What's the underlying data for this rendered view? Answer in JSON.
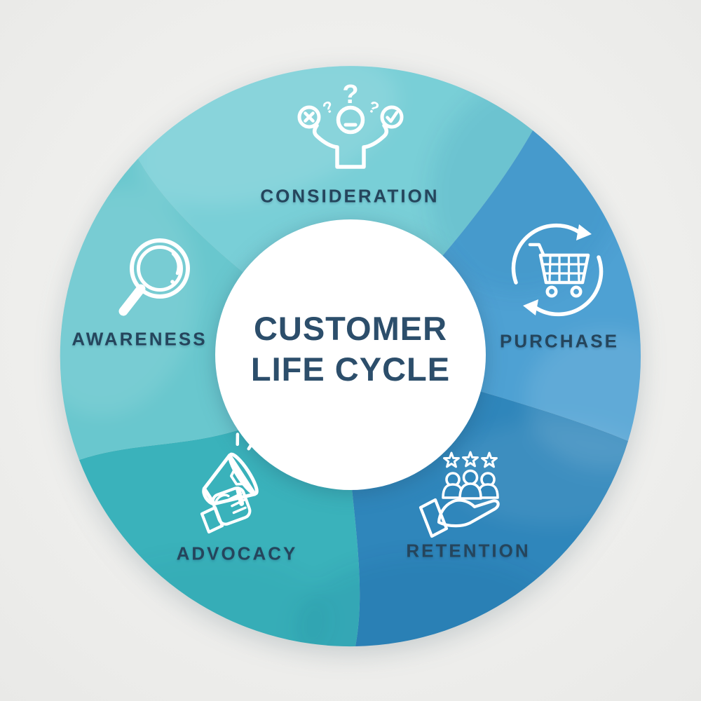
{
  "diagram": {
    "title_line1": "CUSTOMER",
    "title_line2": "LIFE CYCLE"
  },
  "stages": [
    {
      "label": "CONSIDERATION",
      "icon": "decision-person-icon",
      "color": "#79CFD7"
    },
    {
      "label": "PURCHASE",
      "icon": "cart-cycle-icon",
      "color": "#4EA1D3"
    },
    {
      "label": "RETENTION",
      "icon": "hand-customers-icon",
      "color": "#2F86BB"
    },
    {
      "label": "ADVOCACY",
      "icon": "megaphone-hand-icon",
      "color": "#3AB2BB"
    },
    {
      "label": "AWARENESS",
      "icon": "magnifier-icon",
      "color": "#69C7CE"
    }
  ],
  "colors": {
    "background": "#EFEFED",
    "center_circle": "#FFFFFF",
    "icon_stroke": "#FFFFFF",
    "label_text": "#25455C",
    "title_text": "#2C4E6B"
  }
}
